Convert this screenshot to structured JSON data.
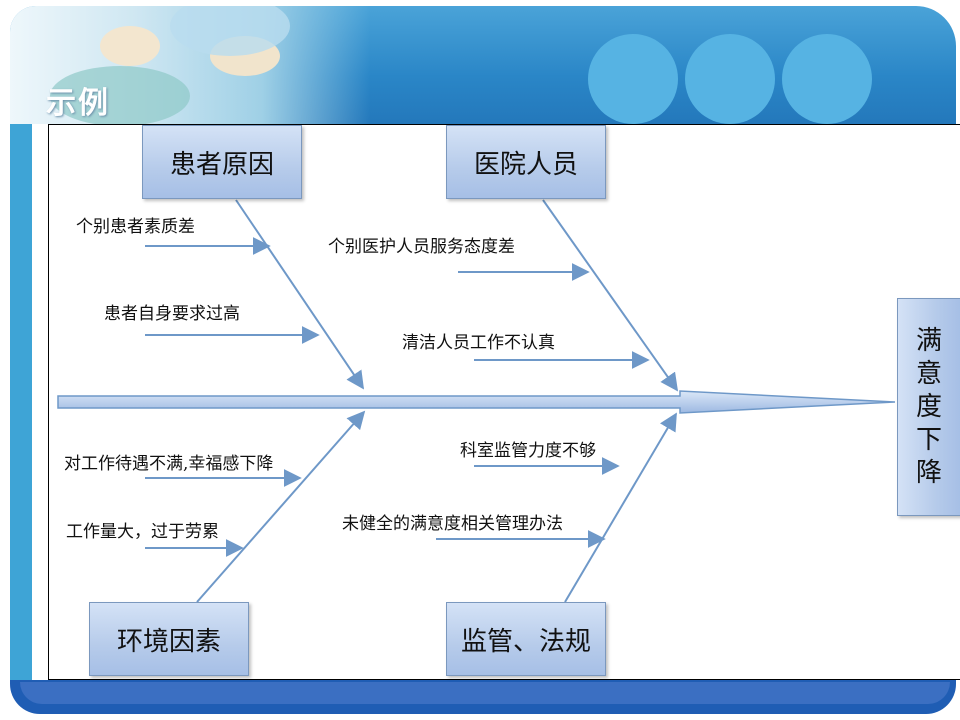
{
  "slide": {
    "title": "示例"
  },
  "colors": {
    "header": "#2a86c7",
    "footer": "#1f5db4",
    "box_fill": "#b6cbea",
    "arrow": "#6e98c8"
  },
  "fishbone": {
    "effect": [
      "满",
      "意",
      "度",
      "下",
      "降"
    ],
    "categories": {
      "patient": "患者原因",
      "staff": "医院人员",
      "environment": "环境因素",
      "supervision": "监管、法规"
    },
    "causes": {
      "patient": [
        "个别患者素质差",
        "患者自身要求过高"
      ],
      "staff": [
        "个别医护人员服务态度差",
        "清洁人员工作不认真"
      ],
      "environment": [
        "对工作待遇不满,幸福感下降",
        "工作量大，过于劳累"
      ],
      "supervision": [
        "科室监管力度不够",
        "未健全的满意度相关管理办法"
      ]
    }
  }
}
